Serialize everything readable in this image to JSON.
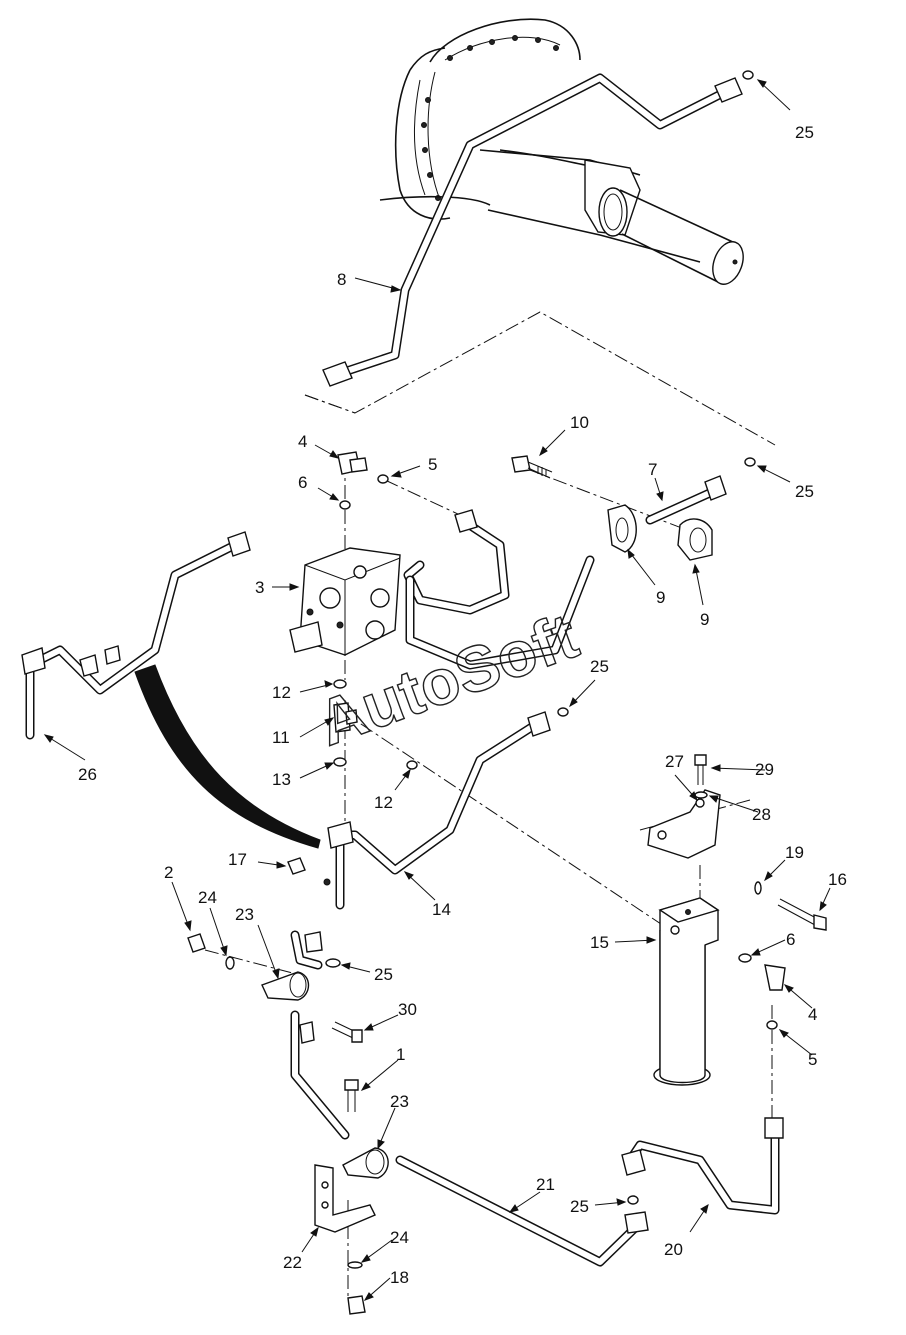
{
  "watermark": "AutoSoft",
  "callouts": [
    {
      "id": "c25a",
      "text": "25"
    },
    {
      "id": "c8",
      "text": "8"
    },
    {
      "id": "c10",
      "text": "10"
    },
    {
      "id": "c4a",
      "text": "4"
    },
    {
      "id": "c5a",
      "text": "5"
    },
    {
      "id": "c7",
      "text": "7"
    },
    {
      "id": "c6a",
      "text": "6"
    },
    {
      "id": "c25b",
      "text": "25"
    },
    {
      "id": "c3",
      "text": "3"
    },
    {
      "id": "c9a",
      "text": "9"
    },
    {
      "id": "c9b",
      "text": "9"
    },
    {
      "id": "c25c",
      "text": "25"
    },
    {
      "id": "c12a",
      "text": "12"
    },
    {
      "id": "c11",
      "text": "11"
    },
    {
      "id": "c26",
      "text": "26"
    },
    {
      "id": "c13",
      "text": "13"
    },
    {
      "id": "c12b",
      "text": "12"
    },
    {
      "id": "c27",
      "text": "27"
    },
    {
      "id": "c29",
      "text": "29"
    },
    {
      "id": "c28",
      "text": "28"
    },
    {
      "id": "c17",
      "text": "17"
    },
    {
      "id": "c19",
      "text": "19"
    },
    {
      "id": "c2",
      "text": "2"
    },
    {
      "id": "c16",
      "text": "16"
    },
    {
      "id": "c14",
      "text": "14"
    },
    {
      "id": "c24a",
      "text": "24"
    },
    {
      "id": "c23a",
      "text": "23"
    },
    {
      "id": "c15",
      "text": "15"
    },
    {
      "id": "c6b",
      "text": "6"
    },
    {
      "id": "c25d",
      "text": "25"
    },
    {
      "id": "c4b",
      "text": "4"
    },
    {
      "id": "c30",
      "text": "30"
    },
    {
      "id": "c5b",
      "text": "5"
    },
    {
      "id": "c1",
      "text": "1"
    },
    {
      "id": "c23b",
      "text": "23"
    },
    {
      "id": "c21",
      "text": "21"
    },
    {
      "id": "c25e",
      "text": "25"
    },
    {
      "id": "c20",
      "text": "20"
    },
    {
      "id": "c24b",
      "text": "24"
    },
    {
      "id": "c22",
      "text": "22"
    },
    {
      "id": "c18",
      "text": "18"
    }
  ]
}
